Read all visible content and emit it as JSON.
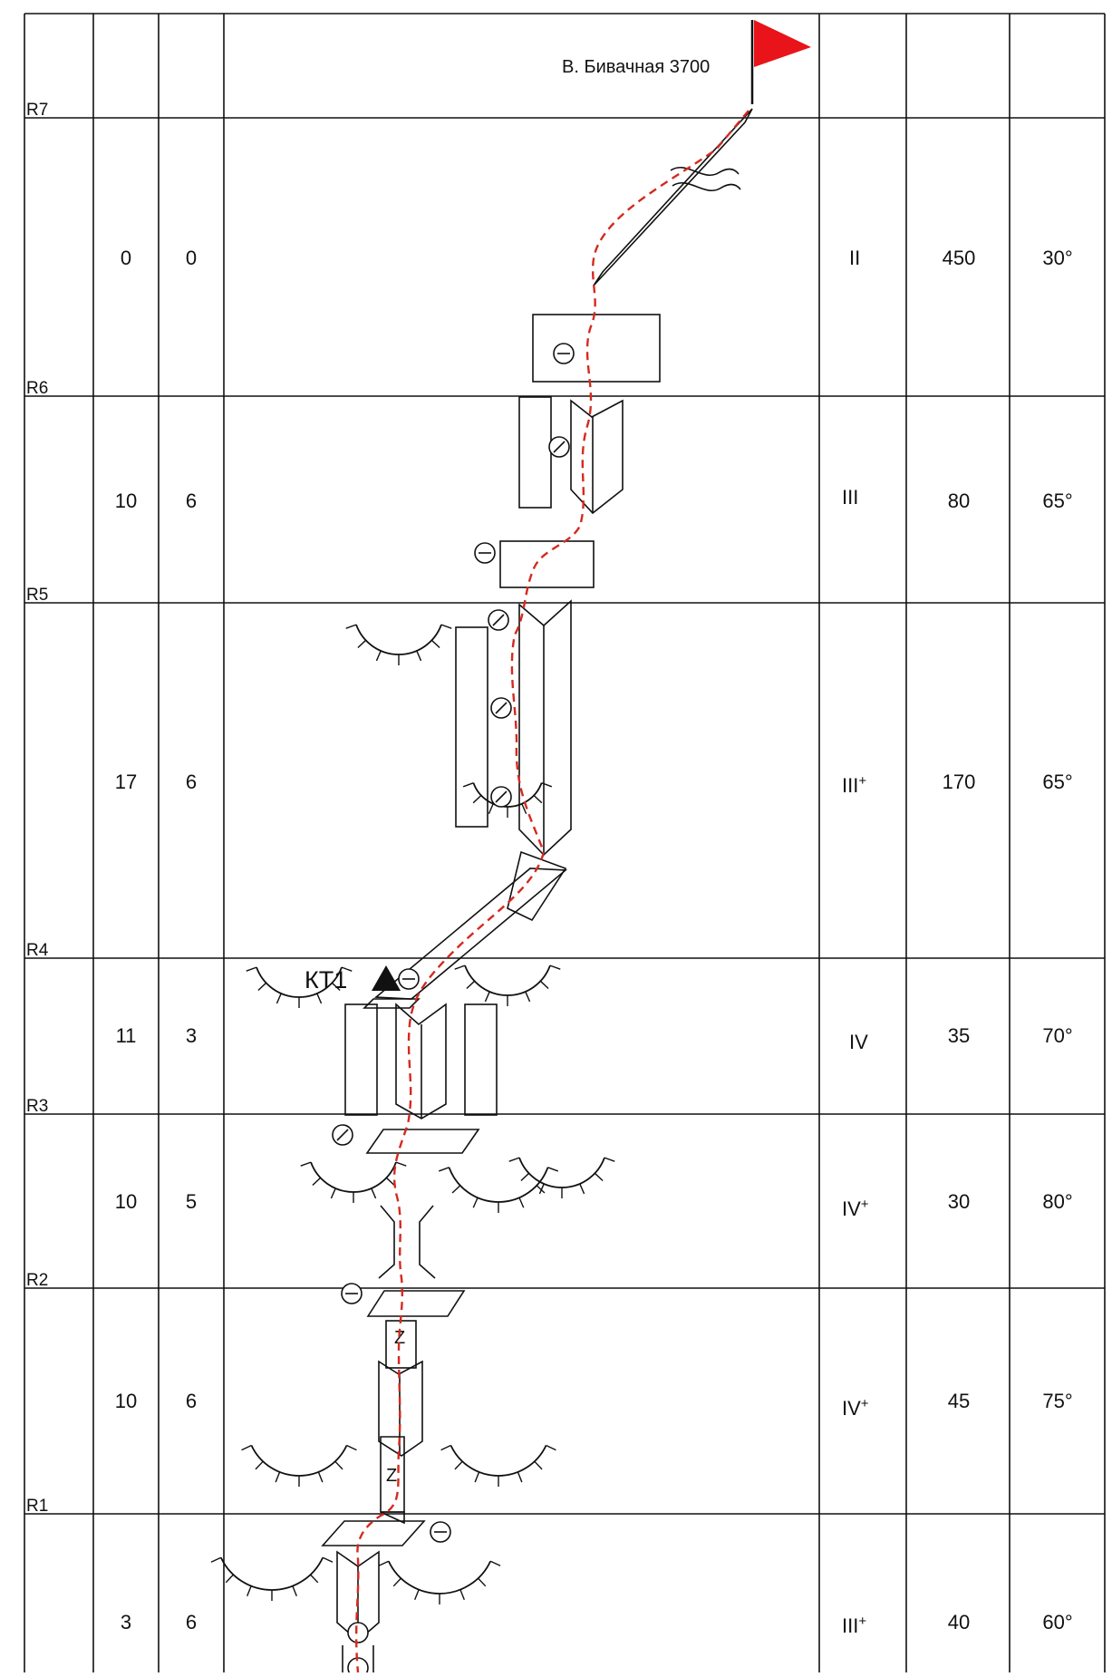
{
  "diagram": {
    "peak_label": "В. Бивачная 3700",
    "checkpoint_label": "КТ1",
    "rope_labels": [
      "R7",
      "R6",
      "R5",
      "R4",
      "R3",
      "R2",
      "R1"
    ],
    "sections": [
      {
        "col1": "0",
        "col2": "0",
        "grade": "II",
        "grade_sup": "",
        "length": "450",
        "angle": "30°"
      },
      {
        "col1": "10",
        "col2": "6",
        "grade": "III",
        "grade_sup": "",
        "length": "80",
        "angle": "65°"
      },
      {
        "col1": "17",
        "col2": "6",
        "grade": "III",
        "grade_sup": "+",
        "length": "170",
        "angle": "65°"
      },
      {
        "col1": "11",
        "col2": "3",
        "grade": "IV",
        "grade_sup": "",
        "length": "35",
        "angle": "70°"
      },
      {
        "col1": "10",
        "col2": "5",
        "grade": "IV",
        "grade_sup": "+",
        "length": "30",
        "angle": "80°"
      },
      {
        "col1": "10",
        "col2": "6",
        "grade": "IV",
        "grade_sup": "+",
        "length": "45",
        "angle": "75°"
      },
      {
        "col1": "3",
        "col2": "6",
        "grade": "III",
        "grade_sup": "+",
        "length": "40",
        "angle": "60°"
      }
    ],
    "zigzag_symbol": "Z",
    "colors": {
      "route": "#d42a1f",
      "flag": "#e8141a",
      "lines": "#111111"
    }
  }
}
